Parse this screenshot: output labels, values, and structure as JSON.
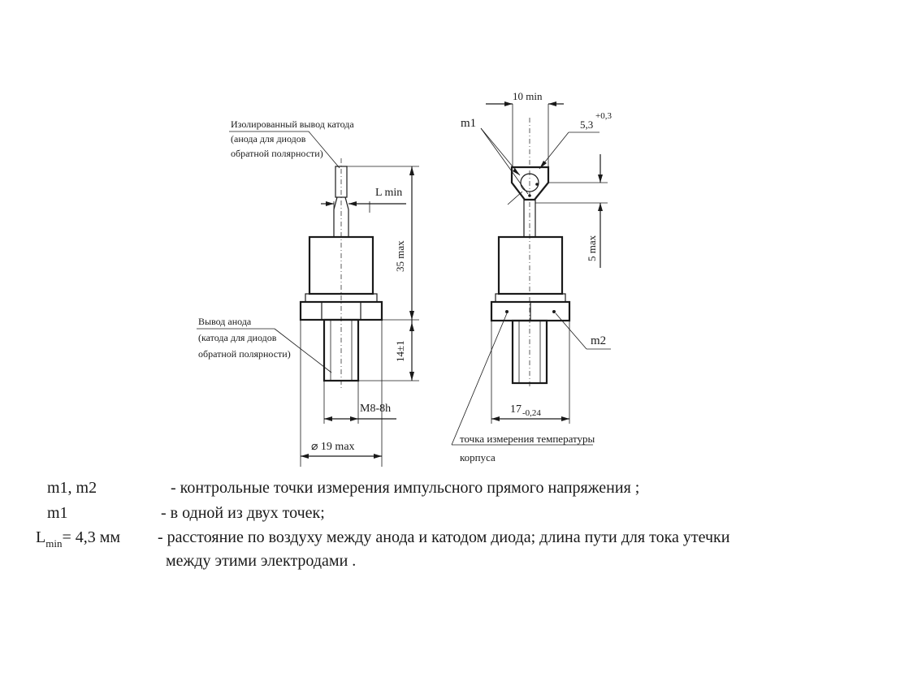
{
  "labels": {
    "cathode_lead": [
      "Изолированный вывод катода",
      "(анода для диодов",
      "обратной полярности)"
    ],
    "anode_lead": [
      "Вывод анода",
      "(катода для диодов",
      "обратной полярности)"
    ],
    "l_min": "L min",
    "height_35": "35 max",
    "height_14": "14±1",
    "thread": "M8-8h",
    "diameter": "⌀ 19 max",
    "width_10": "10 min",
    "hole_main": "5,3",
    "hole_tol": "+0,3",
    "height_5": "5 max",
    "flat_main": "17",
    "flat_tol": "-0,24",
    "m1": "m1",
    "m2": "m2",
    "temp_point": [
      "точка измерения температуры",
      "корпуса"
    ]
  },
  "legend": [
    {
      "term": "m1, m2",
      "desc": "- контрольные точки измерения импульсного прямого напряжения ;"
    },
    {
      "term": "m1",
      "desc": "- в одной из двух точек;"
    },
    {
      "term_main": "L",
      "term_sub": "min",
      "term_rest": " = 4,3 мм",
      "desc": "- расстояние по воздуху между анода и катодом диода; длина пути для тока утечки",
      "desc2": "между этими электродами ."
    }
  ]
}
